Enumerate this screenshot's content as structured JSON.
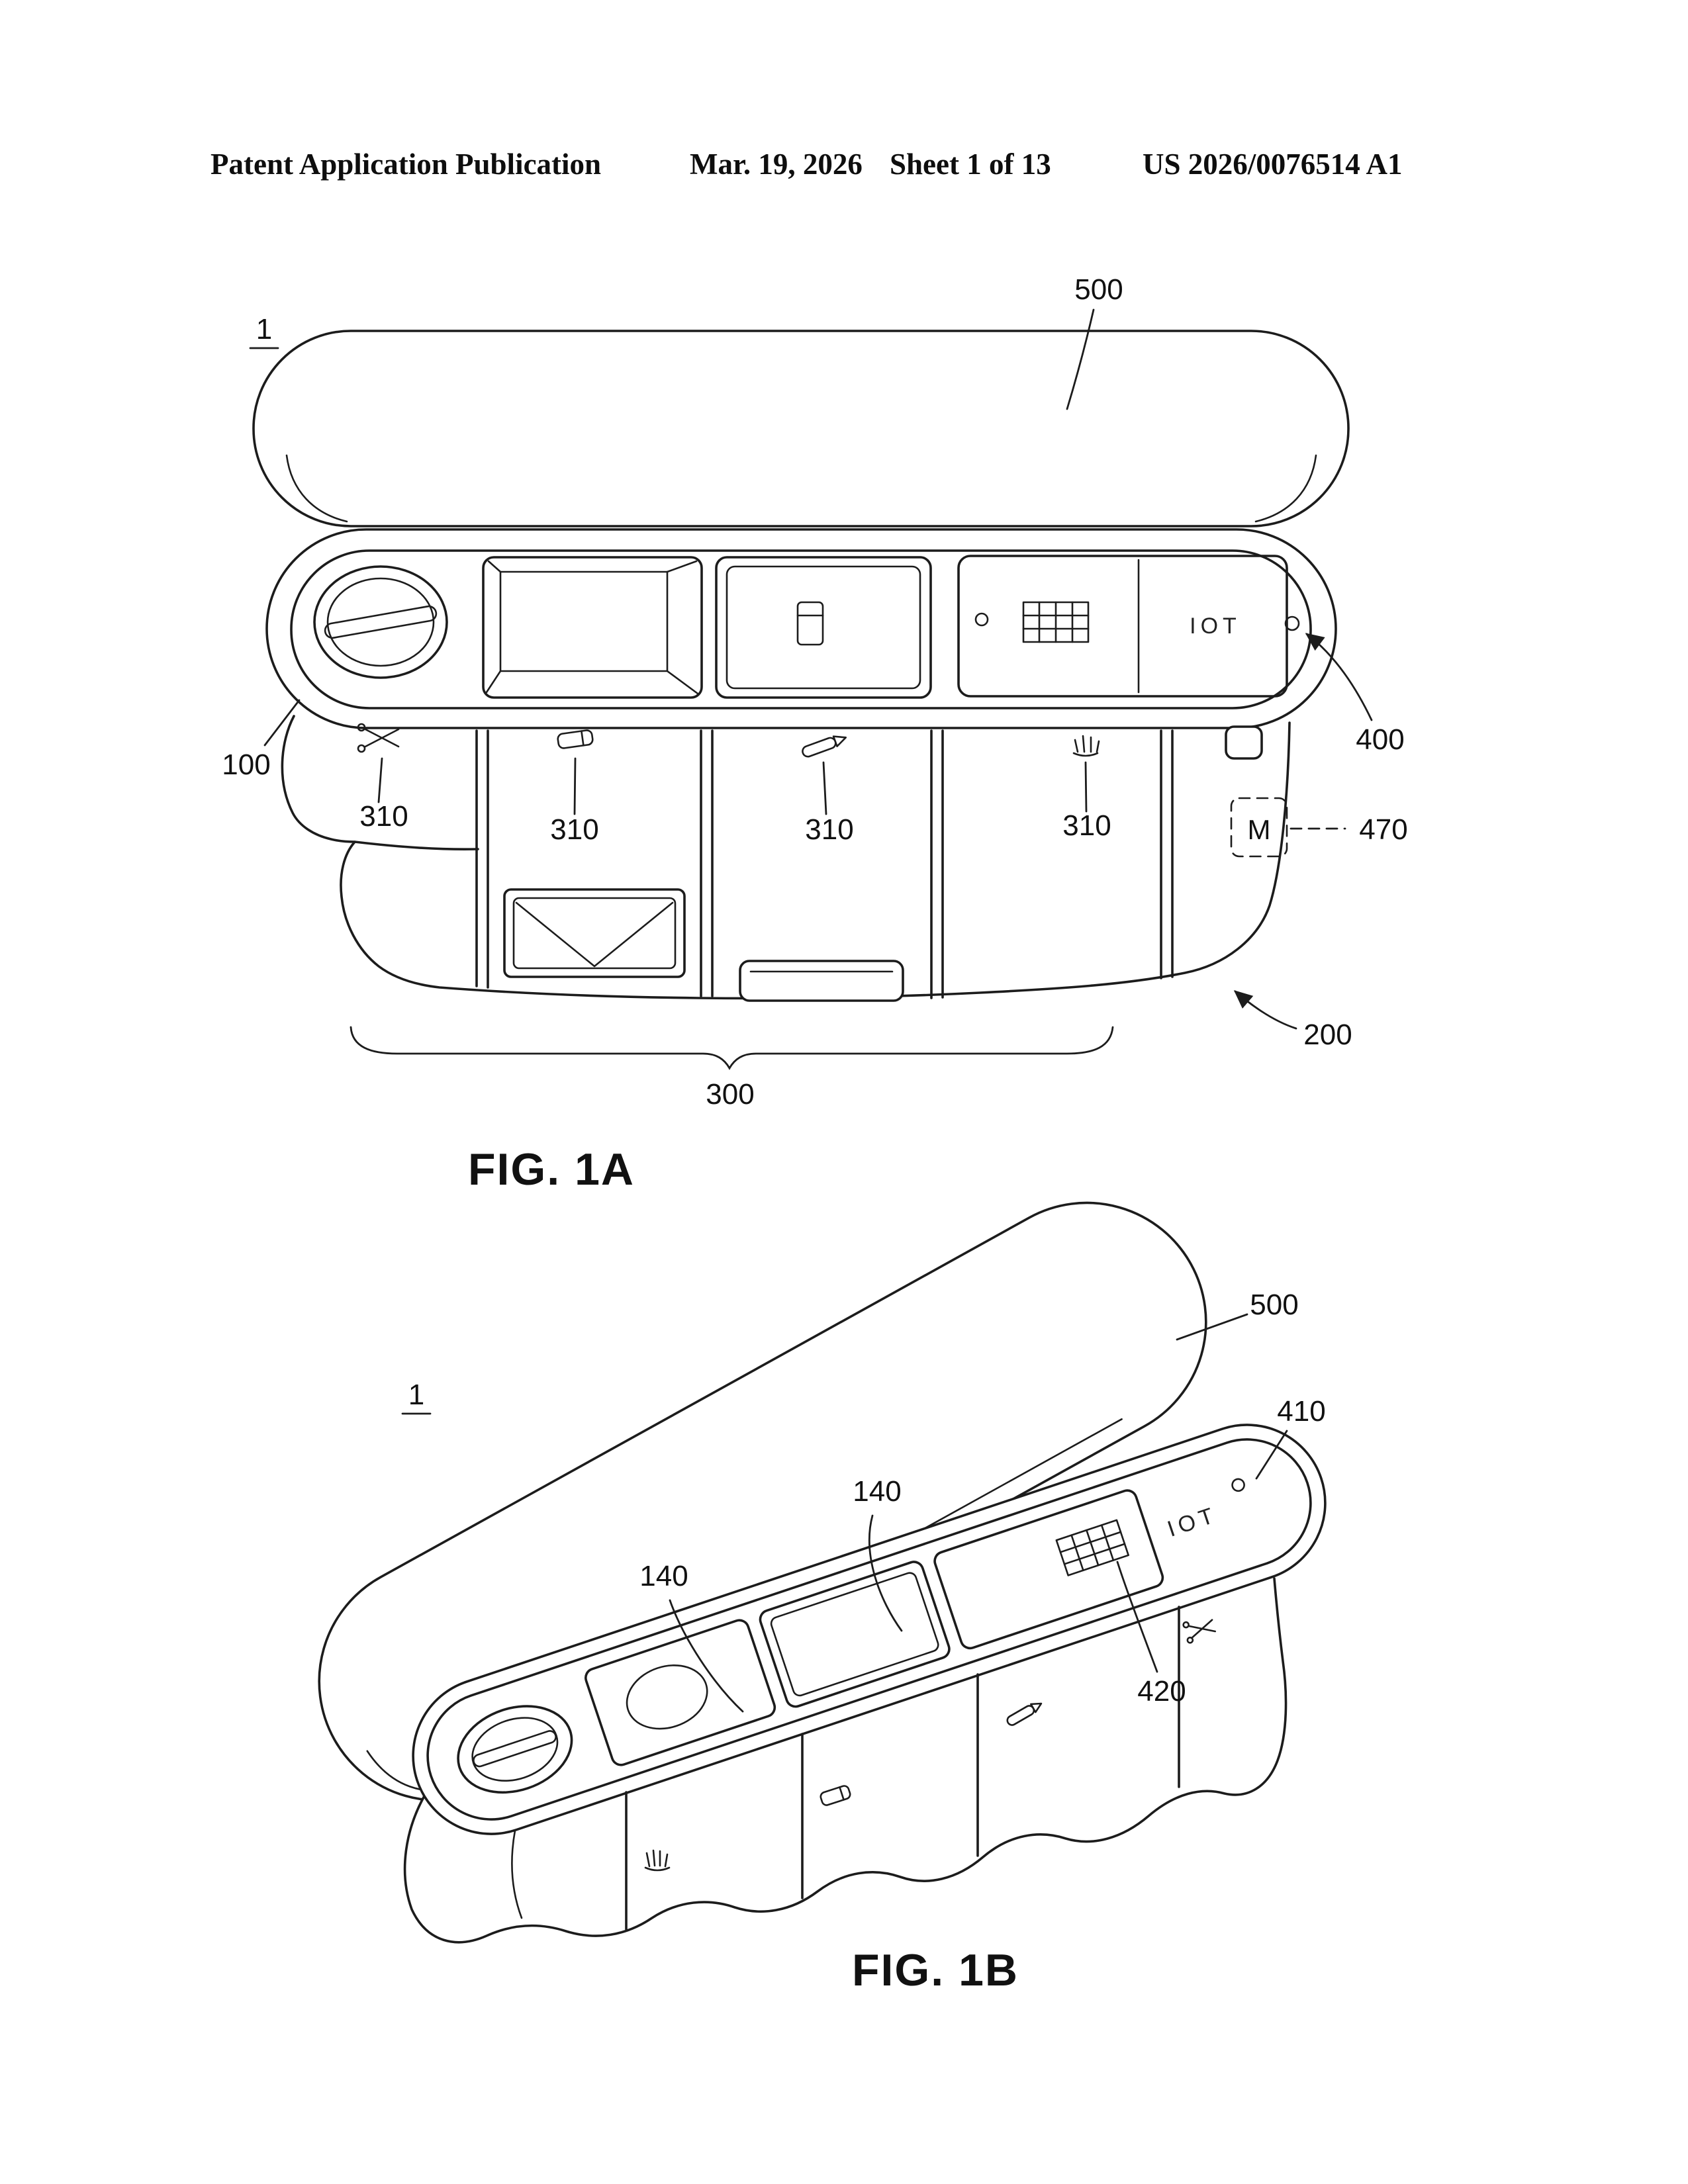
{
  "header": {
    "title": "Patent Application Publication",
    "date": "Mar. 19, 2026",
    "sheet": "Sheet 1 of 13",
    "doc_number": "US 2026/0076514 A1"
  },
  "fig_1a": {
    "caption": "FIG. 1A",
    "device_ref": "1",
    "lid_ref": "500",
    "left_end_ref": "100",
    "compartment_refs": [
      "310",
      "310",
      "310",
      "310"
    ],
    "pin_ref": "400",
    "module_ref": "470",
    "module_letter": "M",
    "body_ref": "200",
    "front_ref": "300",
    "iot_label": "IOT"
  },
  "fig_1b": {
    "caption": "FIG. 1B",
    "device_ref": "1",
    "lid_ref": "500",
    "rim_ref": "410",
    "recess_refs": [
      "140",
      "140"
    ],
    "keypad_ref": "420",
    "iot_label": "IOT"
  }
}
